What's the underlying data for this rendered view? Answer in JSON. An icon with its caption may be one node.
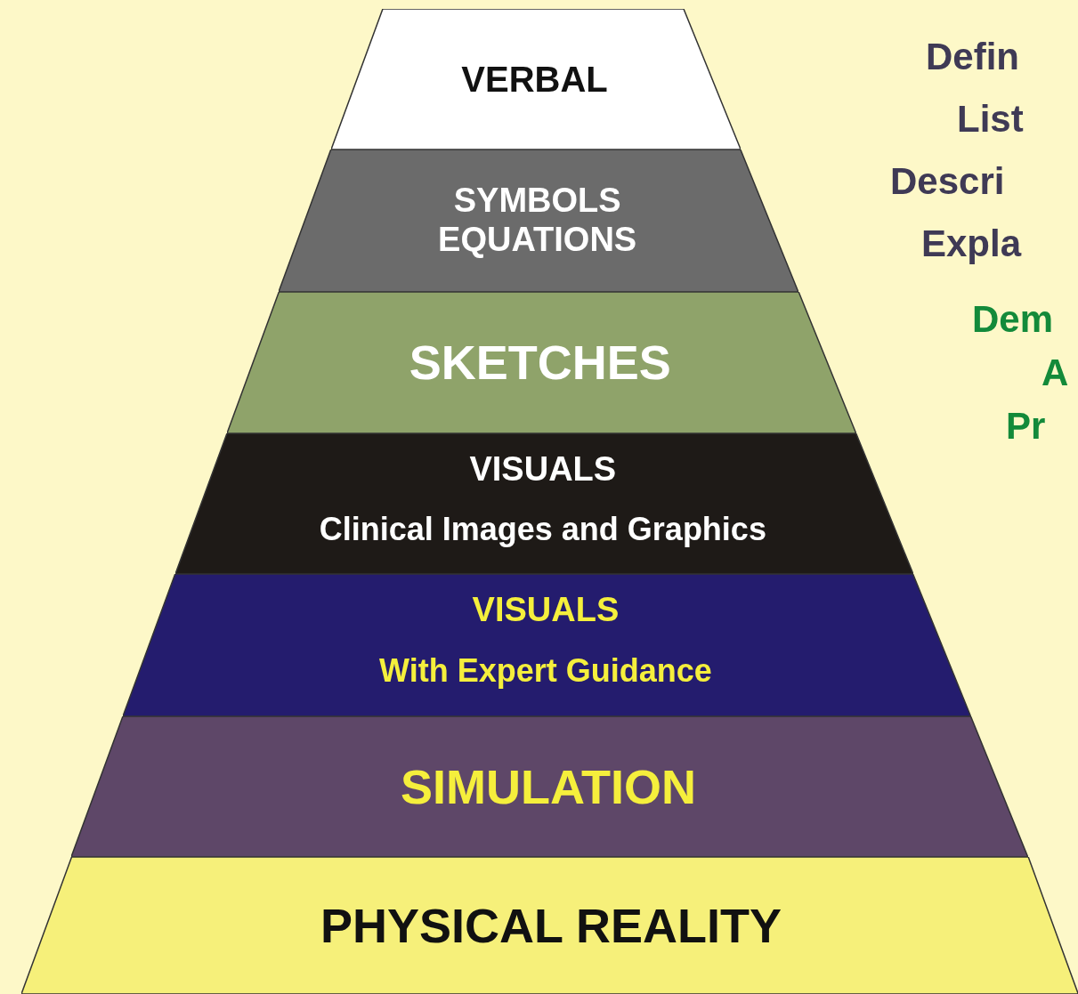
{
  "diagram": {
    "nodes": [
      {
        "text": [
          "VERBAL"
        ]
      },
      {
        "text": [
          "SYMBOLS EQUATIONS"
        ]
      },
      {
        "text": [
          "SKETCHES"
        ]
      },
      {
        "text": [
          "VISUALS",
          "Clinical Images and Graphics"
        ]
      },
      {
        "text": [
          "VISUALS",
          "With Expert Guidance"
        ]
      },
      {
        "text": [
          "SIMULATION"
        ]
      },
      {
        "text": [
          "PHYSICAL REALITY"
        ]
      }
    ],
    "labels": [
      "Defin",
      "List",
      "Descri",
      "Expla",
      "Dem",
      "A",
      "Pr"
    ]
  }
}
